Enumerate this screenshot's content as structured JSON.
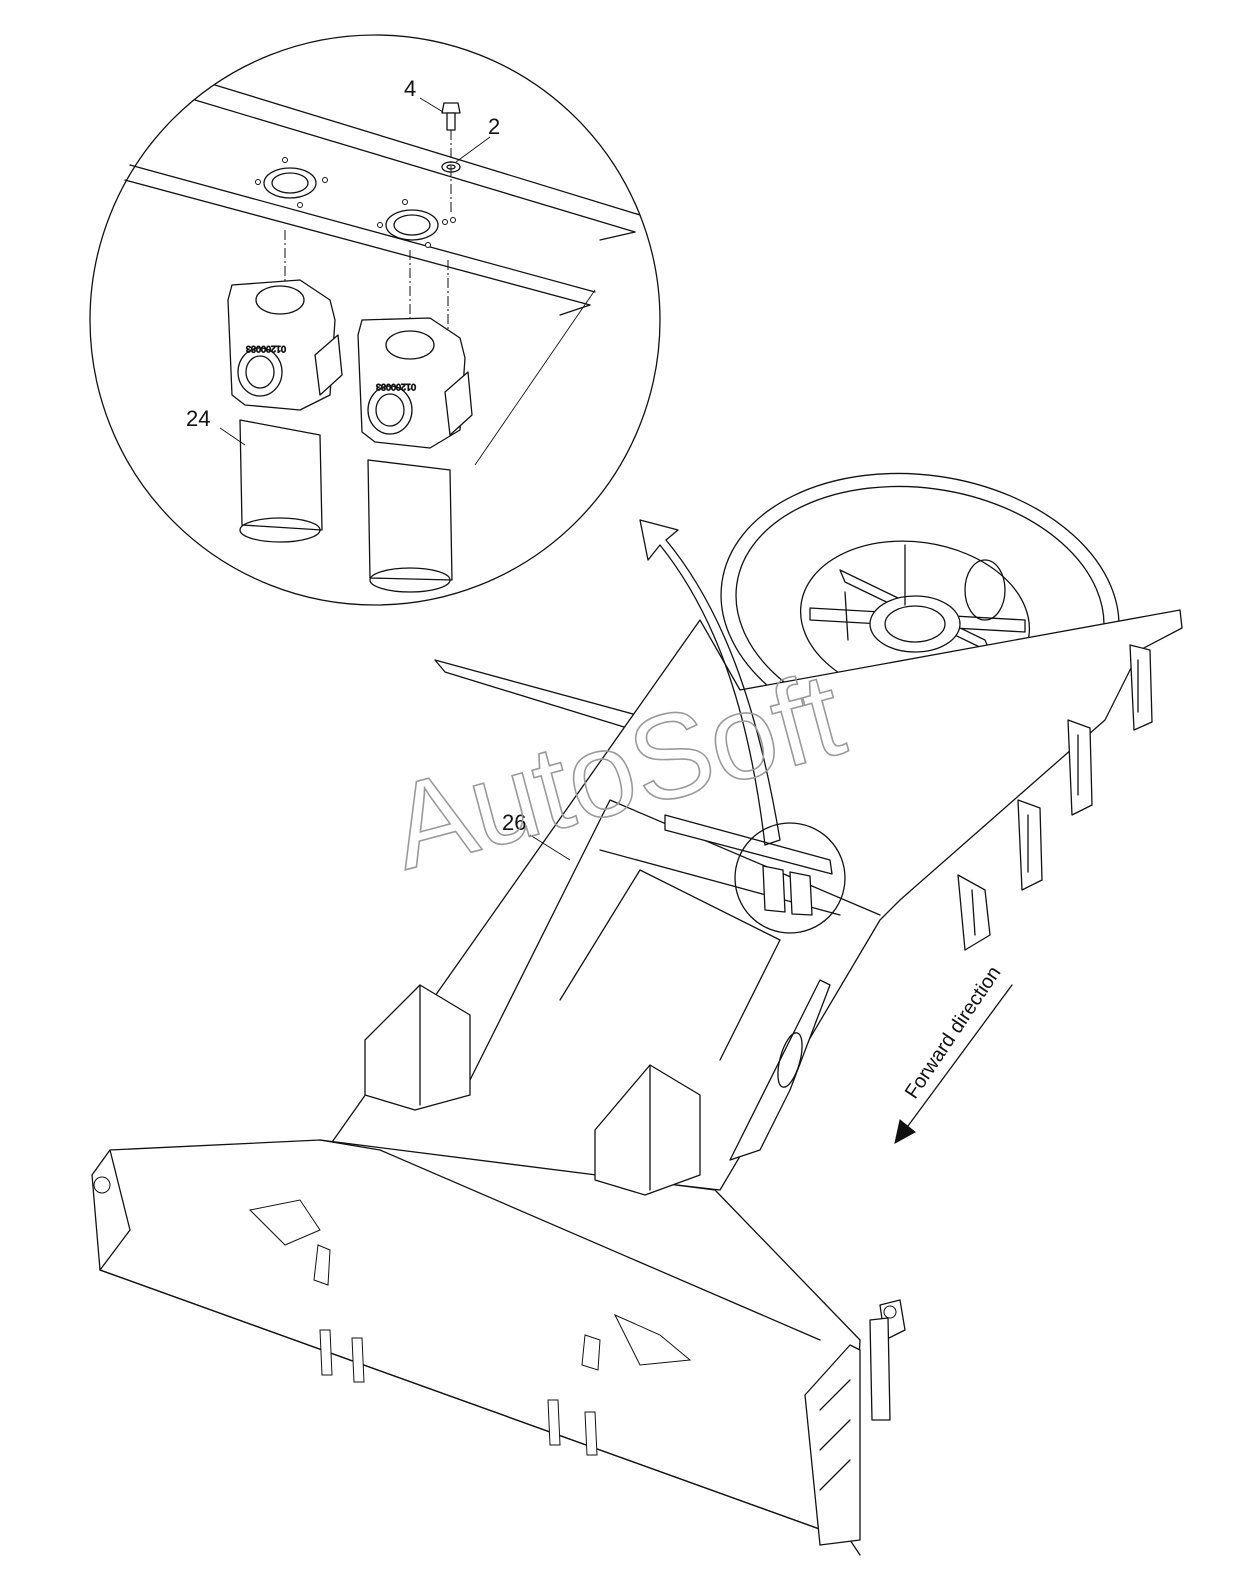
{
  "callouts": {
    "bolt": "4",
    "washer": "2",
    "filter": "24",
    "frame": "26"
  },
  "watermark": "AutoSoft",
  "direction_label": "Forward direction",
  "filter_marking": "01200083",
  "colors": {
    "line": "#111111",
    "background": "#ffffff",
    "watermark": "#9a9a9a"
  }
}
